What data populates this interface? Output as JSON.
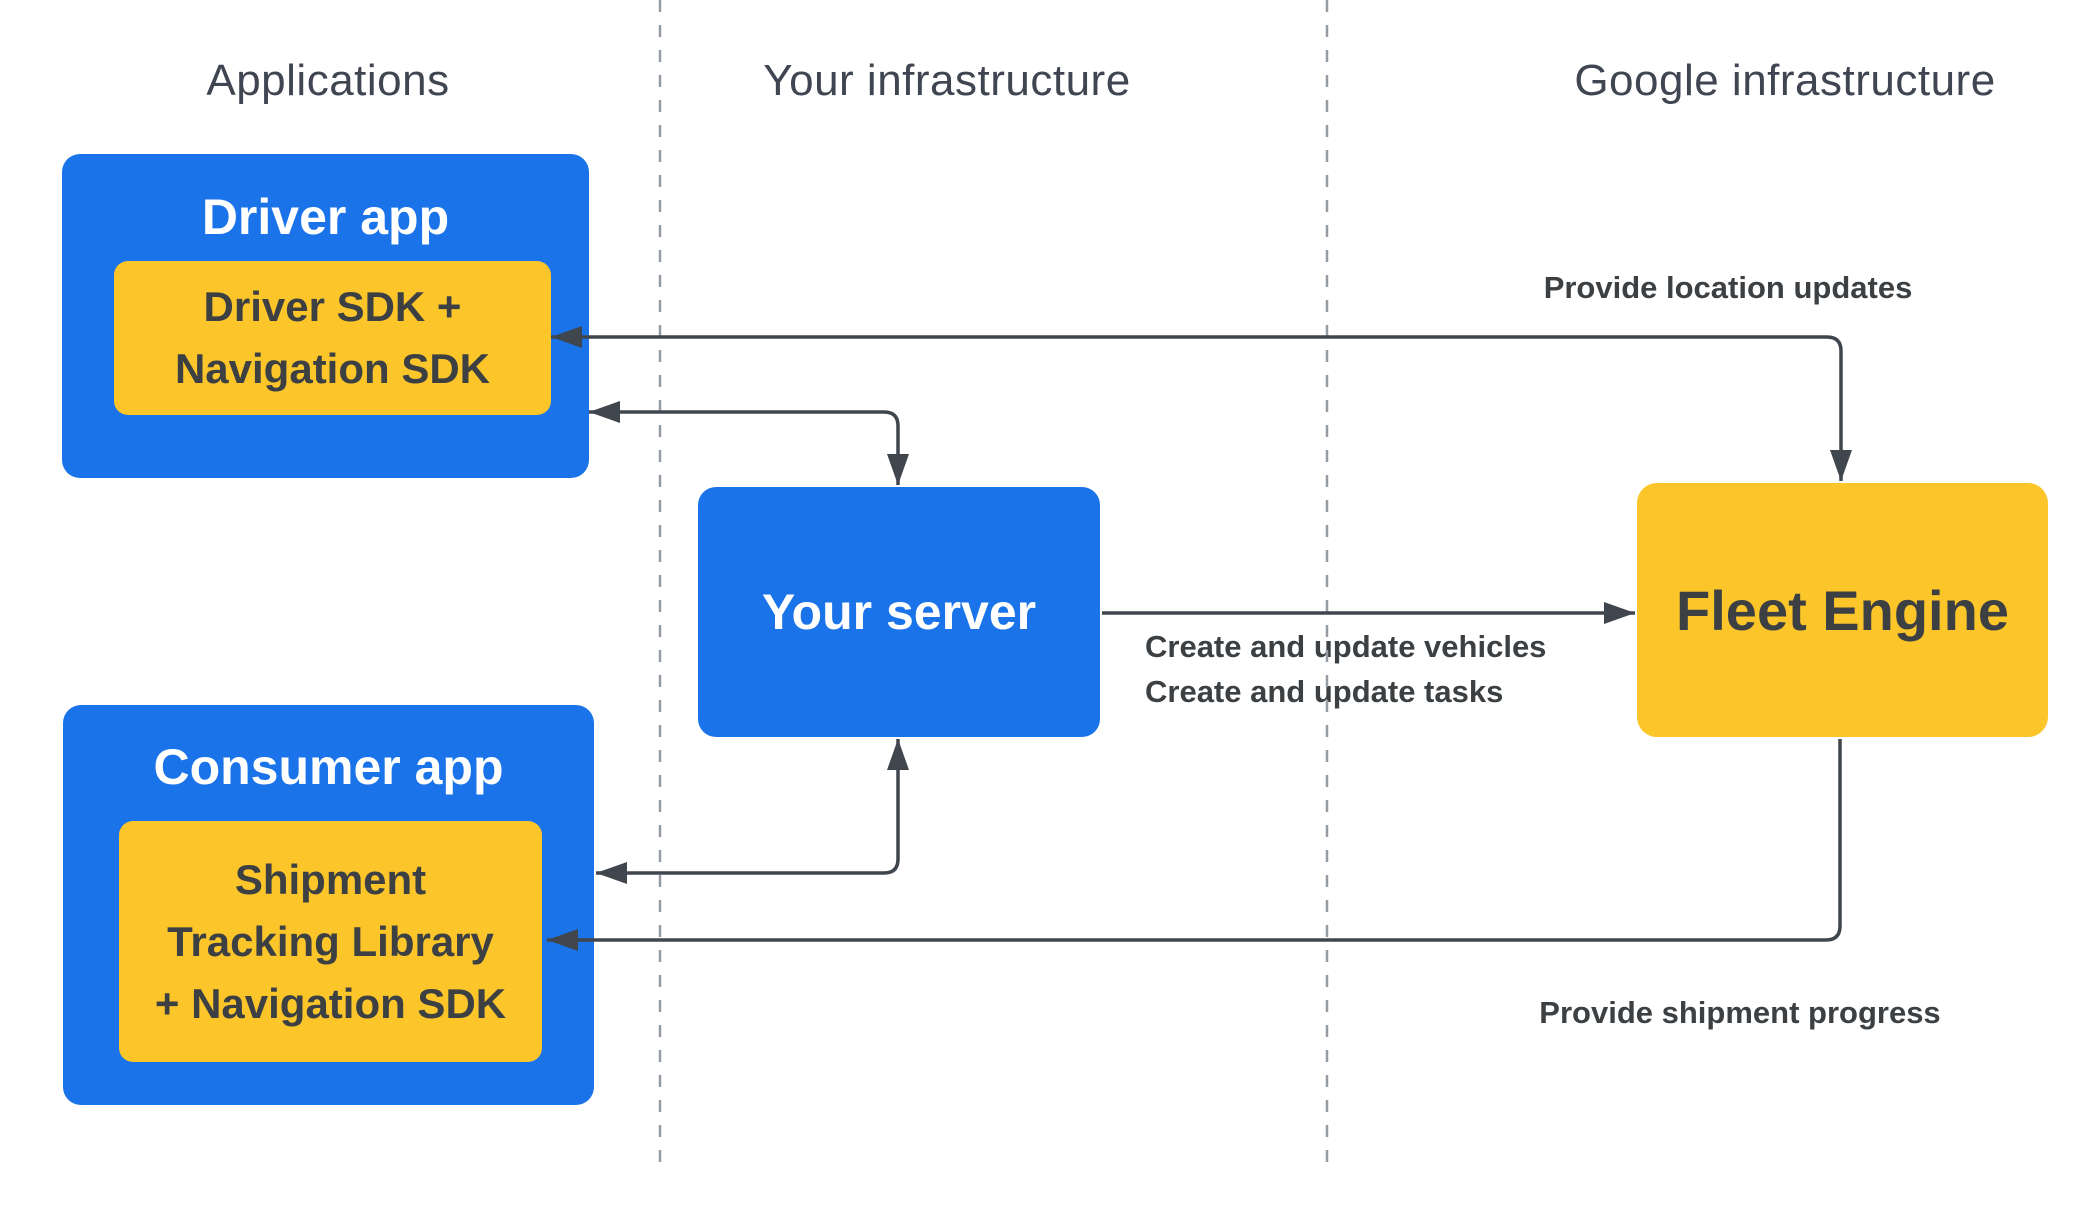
{
  "columns": [
    {
      "label": "Applications"
    },
    {
      "label": "Your infrastructure"
    },
    {
      "label": "Google infrastructure"
    }
  ],
  "nodes": {
    "driver_app": {
      "title": "Driver app",
      "inner_lines": [
        "Driver SDK +",
        "Navigation SDK"
      ]
    },
    "consumer_app": {
      "title": "Consumer app",
      "inner_lines": [
        "Shipment",
        "Tracking Library",
        "+ Navigation SDK"
      ]
    },
    "your_server": {
      "title": "Your server"
    },
    "fleet_engine": {
      "title": "Fleet Engine"
    }
  },
  "edge_labels": {
    "location_updates": "Provide location updates",
    "create_vehicles": "Create and update vehicles",
    "create_tasks": "Create and update tasks",
    "shipment_progress": "Provide shipment progress"
  },
  "colors": {
    "blue": "#1a73e8",
    "yellow": "#fcc62b",
    "dark_text": "#3c4043",
    "arrow": "#40464e",
    "divider": "#969ca3",
    "header_text": "#3f4551",
    "background": "#ffffff"
  }
}
